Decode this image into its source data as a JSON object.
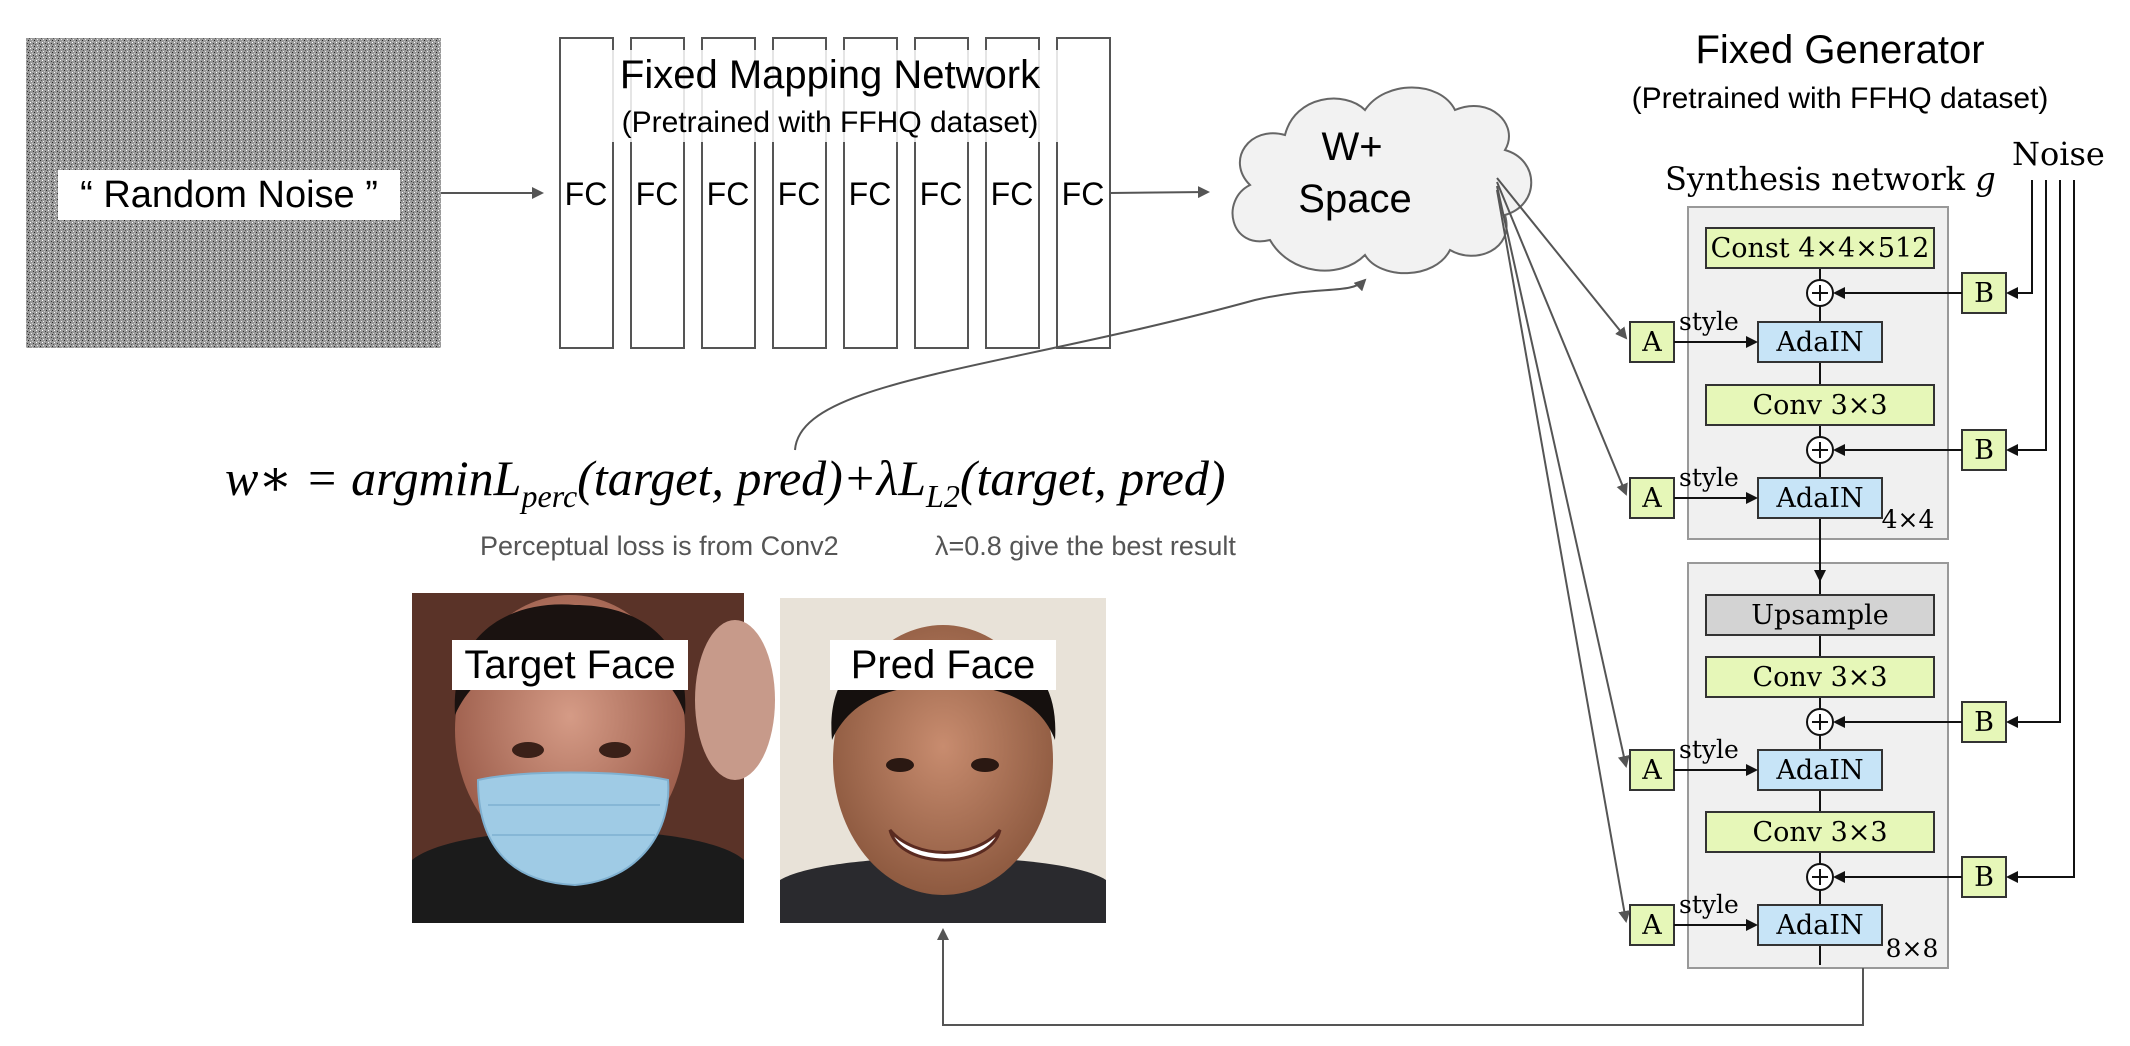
{
  "noise_box": {
    "label": "“ Random Noise ”"
  },
  "mapping_network": {
    "title": "Fixed Mapping Network",
    "subtitle": "(Pretrained with FFHQ dataset)",
    "layers": [
      "FC",
      "FC",
      "FC",
      "FC",
      "FC",
      "FC",
      "FC",
      "FC"
    ]
  },
  "latent": {
    "line1": "W+",
    "line2": "Space"
  },
  "generator": {
    "title": "Fixed Generator",
    "subtitle": "(Pretrained with FFHQ dataset)",
    "synthesis_label": "Synthesis network",
    "synthesis_symbol": "g",
    "noise_label": "Noise",
    "block1": {
      "const": "Const 4×4×512",
      "conv": "Conv 3×3",
      "adain": "AdaIN",
      "res": "4×4"
    },
    "block2": {
      "upsample": "Upsample",
      "conv": "Conv 3×3",
      "adain": "AdaIN",
      "res": "8×8"
    },
    "style_label": "style",
    "a_label": "A",
    "b_label": "B"
  },
  "formula": {
    "lhs": "w∗ = argminL",
    "sub1": "perc",
    "mid": "(target, pred)+λL",
    "sub2": "L2",
    "rhs": "(target, pred)"
  },
  "notes": {
    "perceptual": "Perceptual loss is from Conv2",
    "lambda": "λ=0.8 give the best result"
  },
  "faces": {
    "target": "Target Face",
    "pred": "Pred Face"
  },
  "colors": {
    "green_box": "#e6f7b8",
    "blue_box": "#c7e4f7",
    "gray_box": "#d3d3d3",
    "panel": "#f0f0f0",
    "arrow": "#555555"
  }
}
